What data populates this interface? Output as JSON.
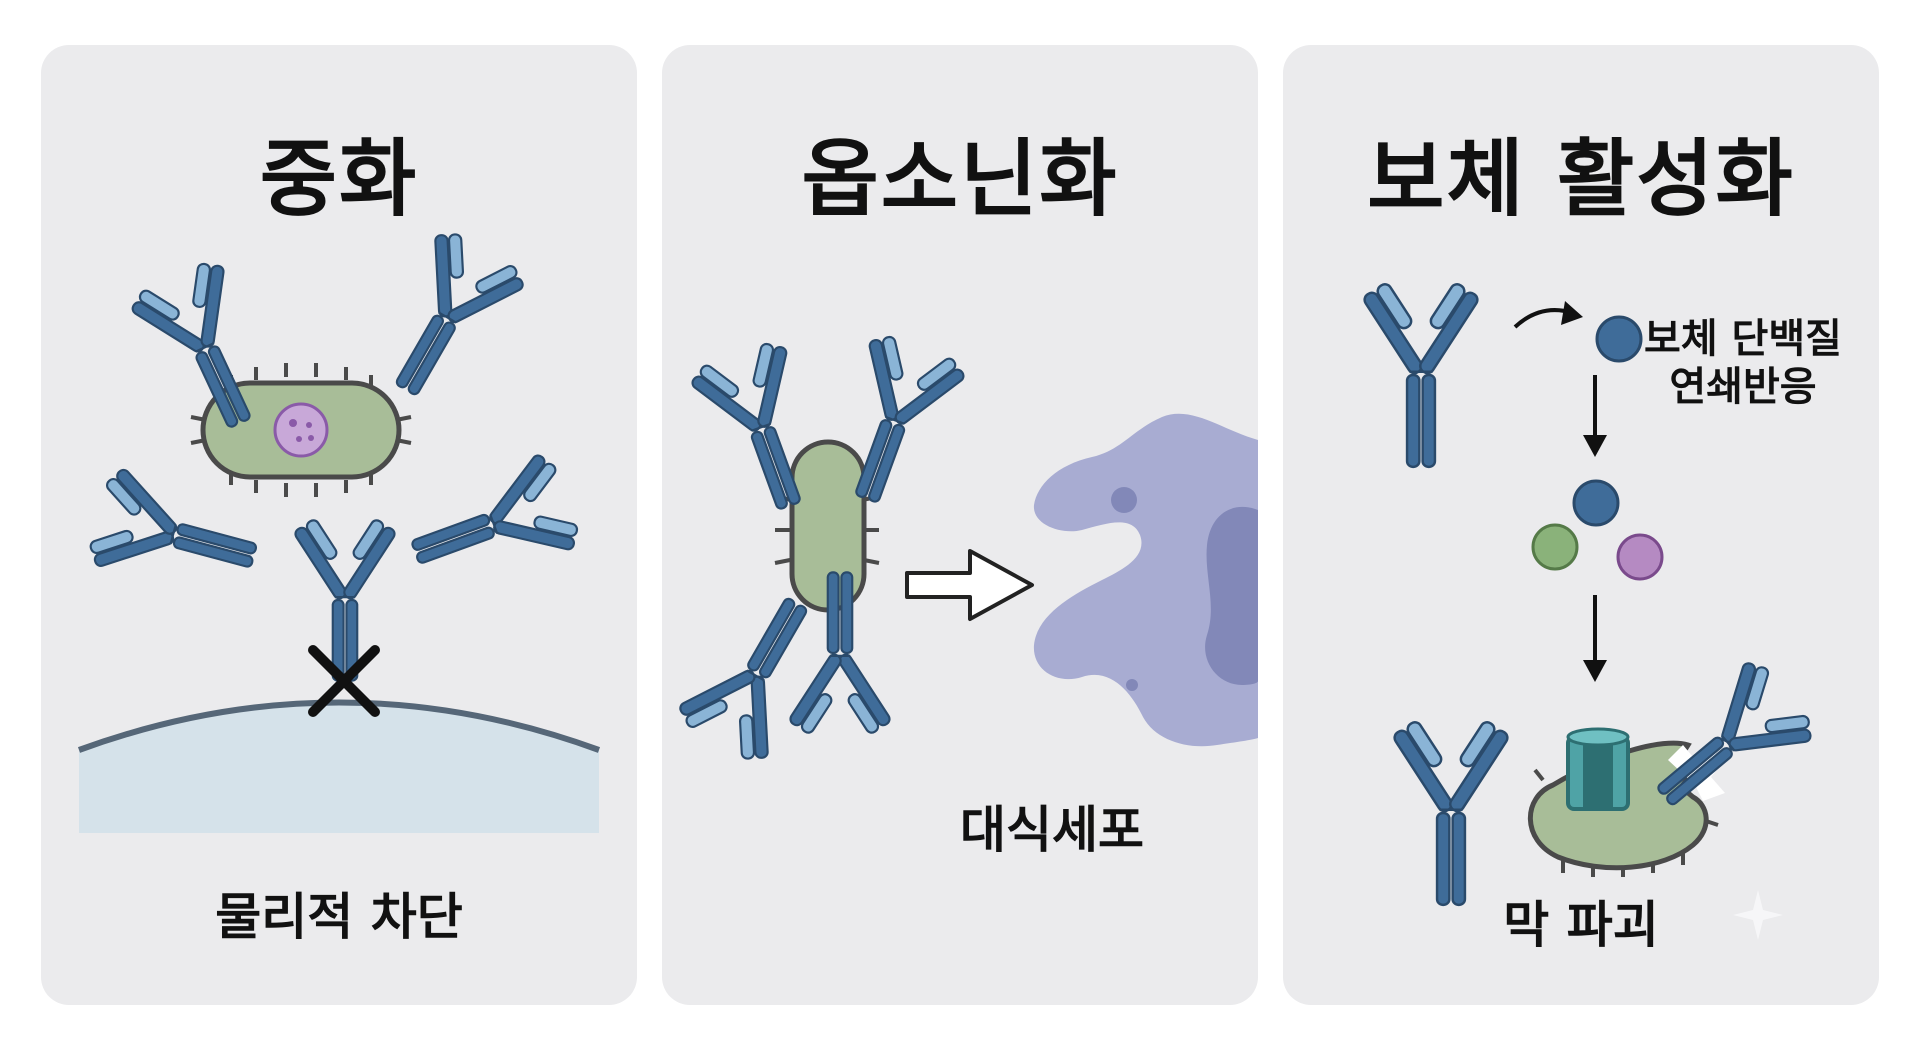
{
  "panels": [
    {
      "title": "중화",
      "caption": "물리적 차단"
    },
    {
      "title": "옵소닌화",
      "caption": "대식세포"
    },
    {
      "title": "보체 활성화",
      "cascade_line1": "보체 단백질",
      "cascade_line2": "연쇄반응",
      "caption": "막 파괴"
    }
  ],
  "colors": {
    "panel_bg": "#ebebed",
    "antibody_dark": "#3f6c99",
    "antibody_light": "#8ab4d6",
    "bacterium": "#a8bd98",
    "macrophage": "#a8acd2",
    "host_cell": "#d5e2ea",
    "outline": "#4a4a4a"
  }
}
